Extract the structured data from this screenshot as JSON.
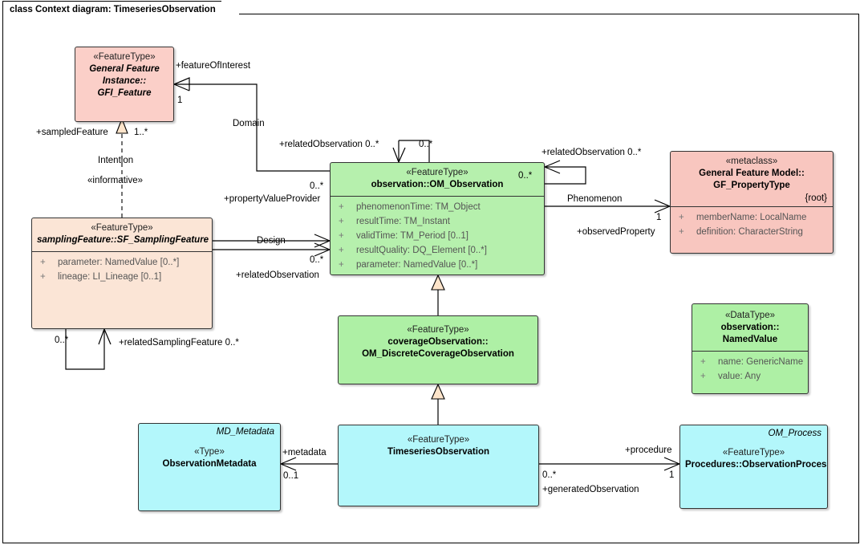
{
  "diagram": {
    "title": "class Context diagram: TimeseriesObservation"
  },
  "classes": {
    "gfi_feature": {
      "stereotype": "«FeatureType»",
      "name_line1": "General Feature",
      "name_line2": "Instance::",
      "name_line3": "GFI_Feature"
    },
    "sampling_feature": {
      "stereotype": "«FeatureType»",
      "name": "samplingFeature::SF_SamplingFeature",
      "attributes": [
        {
          "visibility": "+",
          "text": "parameter: NamedValue [0..*]"
        },
        {
          "visibility": "+",
          "text": "lineage: LI_Lineage [0..1]"
        }
      ]
    },
    "om_observation": {
      "stereotype": "«FeatureType»",
      "name": "observation::OM_Observation",
      "attributes": [
        {
          "visibility": "+",
          "text": "phenomenonTime: TM_Object"
        },
        {
          "visibility": "+",
          "text": "resultTime: TM_Instant"
        },
        {
          "visibility": "+",
          "text": "validTime: TM_Period [0..1]"
        },
        {
          "visibility": "+",
          "text": "resultQuality: DQ_Element [0..*]"
        },
        {
          "visibility": "+",
          "text": "parameter: NamedValue [0..*]"
        }
      ]
    },
    "gf_propertytype": {
      "stereotype": "«metaclass»",
      "name_line1": "General Feature Model::",
      "name_line2": "GF_PropertyType",
      "constraint": "{root}",
      "attributes": [
        {
          "visibility": "+",
          "text": "memberName: LocalName"
        },
        {
          "visibility": "+",
          "text": "definition: CharacterString"
        }
      ]
    },
    "discrete_coverage_observation": {
      "stereotype": "«FeatureType»",
      "name_line1": "coverageObservation::",
      "name_line2": "OM_DiscreteCoverageObservation"
    },
    "named_value": {
      "stereotype": "«DataType»",
      "name_line1": "observation::",
      "name_line2": "NamedValue",
      "attributes": [
        {
          "visibility": "+",
          "text": "name: GenericName"
        },
        {
          "visibility": "+",
          "text": "value: Any"
        }
      ]
    },
    "observation_metadata": {
      "alias": "MD_Metadata",
      "stereotype": "«Type»",
      "name": "ObservationMetadata"
    },
    "timeseries_observation": {
      "stereotype": "«FeatureType»",
      "name": "TimeseriesObservation"
    },
    "observation_process": {
      "alias": "OM_Process",
      "stereotype": "«FeatureType»",
      "name": "Procedures::ObservationProcess"
    }
  },
  "connectors": {
    "feature_of_interest": {
      "role": "+featureOfInterest",
      "multiplicity": "1",
      "name": "Domain"
    },
    "sampled_feature": {
      "role": "+sampledFeature",
      "multiplicity": "1..*"
    },
    "intention": {
      "name": "Intention",
      "stereotype": "«informative»"
    },
    "property_value_provider": {
      "role": "+propertyValueProvider",
      "multiplicity": "0..*"
    },
    "related_observation_left": {
      "role": "+relatedObservation 0..*"
    },
    "related_observation_self_top": {
      "multiplicity": "0..*"
    },
    "related_observation_right": {
      "role": "+relatedObservation 0..*",
      "multiplicity": "0..*"
    },
    "design": {
      "name": "Design",
      "role": "+relatedObservation",
      "multiplicity": "0..*"
    },
    "related_sampling_feature": {
      "role": "+relatedSamplingFeature 0..*",
      "multiplicity": "0..*"
    },
    "phenomenon": {
      "name": "Phenomenon",
      "role": "+observedProperty",
      "multiplicity": "1"
    },
    "metadata": {
      "role": "+metadata",
      "multiplicity": "0..1"
    },
    "procedure": {
      "role": "+procedure",
      "multiplicity": "1"
    },
    "generated_observation": {
      "role": "+generatedObservation",
      "multiplicity": "0..*"
    }
  },
  "colors": {
    "feature_pink": "#fbcfc8",
    "sampling_peach": "#fbe5d6",
    "observation_green": "#b6f0ad",
    "timeseries_cyan": "#b3f7fb",
    "line": "#000000"
  }
}
